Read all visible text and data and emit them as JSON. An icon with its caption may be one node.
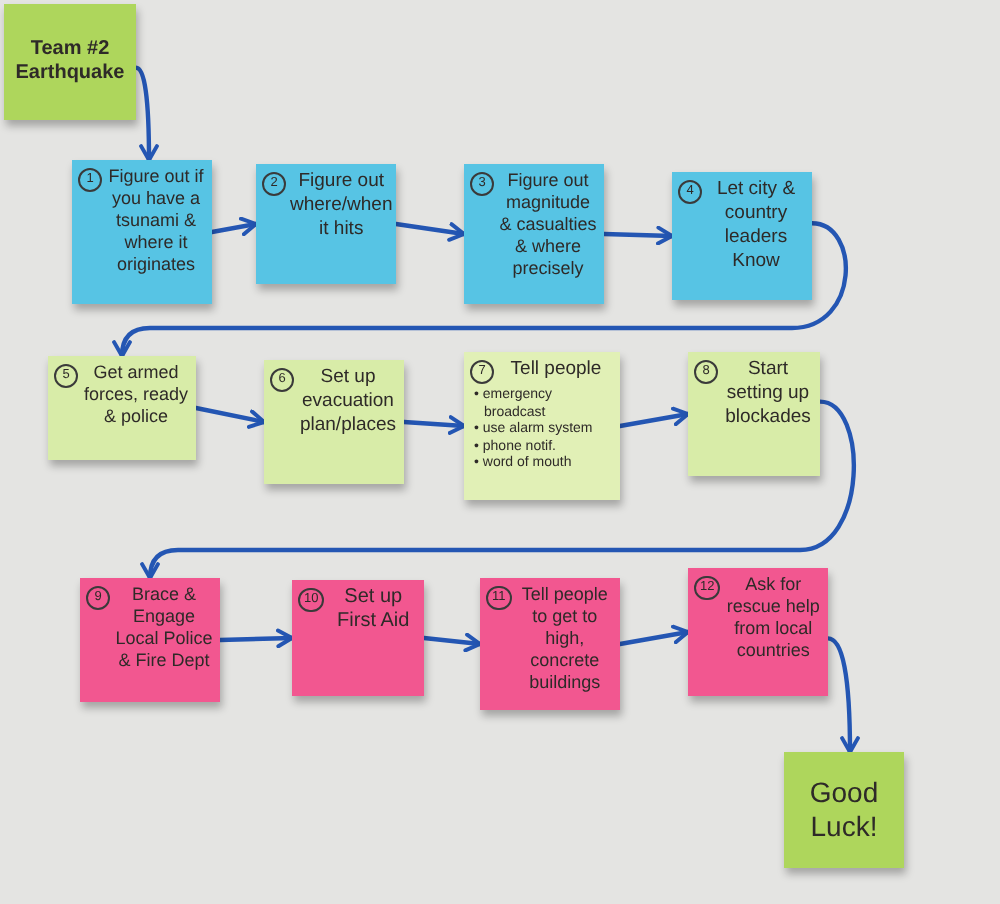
{
  "diagram": {
    "nodes": [
      {
        "text": [
          "Team #2 Earthquake"
        ]
      },
      {
        "text": [
          "1",
          "Figure out if you have a tsunami & where it originates"
        ]
      },
      {
        "text": [
          "2",
          "Figure out where/when it hits"
        ]
      },
      {
        "text": [
          "3",
          "Figure out magnitude & casualties & where precisely"
        ]
      },
      {
        "text": [
          "4",
          "Let city & country leaders Know"
        ]
      },
      {
        "text": [
          "5",
          "Get armed forces, ready & police"
        ]
      },
      {
        "text": [
          "6",
          "Set up evacuation plan/places"
        ]
      },
      {
        "text": [
          "7",
          "Tell people",
          "• emergency broadcast",
          "• use alarm system",
          "• phone notif.",
          "• word of mouth"
        ]
      },
      {
        "text": [
          "8",
          "Start setting up blockades"
        ]
      },
      {
        "text": [
          "9",
          "Brace & Engage Local Police & Fire Dept"
        ]
      },
      {
        "text": [
          "10",
          "Set up First Aid"
        ]
      },
      {
        "text": [
          "11",
          "Tell people to get to high, concrete buildings"
        ]
      },
      {
        "text": [
          "12",
          "Ask for rescue help from local countries"
        ]
      },
      {
        "text": [
          "Good Luck!"
        ]
      }
    ],
    "edges": [
      {
        "from": 0,
        "to": 1,
        "arrow": "to"
      },
      {
        "from": 1,
        "to": 2,
        "arrow": "to"
      },
      {
        "from": 2,
        "to": 3,
        "arrow": "to"
      },
      {
        "from": 3,
        "to": 4,
        "arrow": "to"
      },
      {
        "from": 4,
        "to": 5,
        "arrow": "to"
      },
      {
        "from": 5,
        "to": 6,
        "arrow": "to"
      },
      {
        "from": 6,
        "to": 7,
        "arrow": "to"
      },
      {
        "from": 7,
        "to": 8,
        "arrow": "to"
      },
      {
        "from": 8,
        "to": 9,
        "arrow": "to"
      },
      {
        "from": 9,
        "to": 10,
        "arrow": "to"
      },
      {
        "from": 10,
        "to": 11,
        "arrow": "to"
      },
      {
        "from": 11,
        "to": 12,
        "arrow": "to"
      },
      {
        "from": 12,
        "to": 13,
        "arrow": "to"
      }
    ]
  }
}
